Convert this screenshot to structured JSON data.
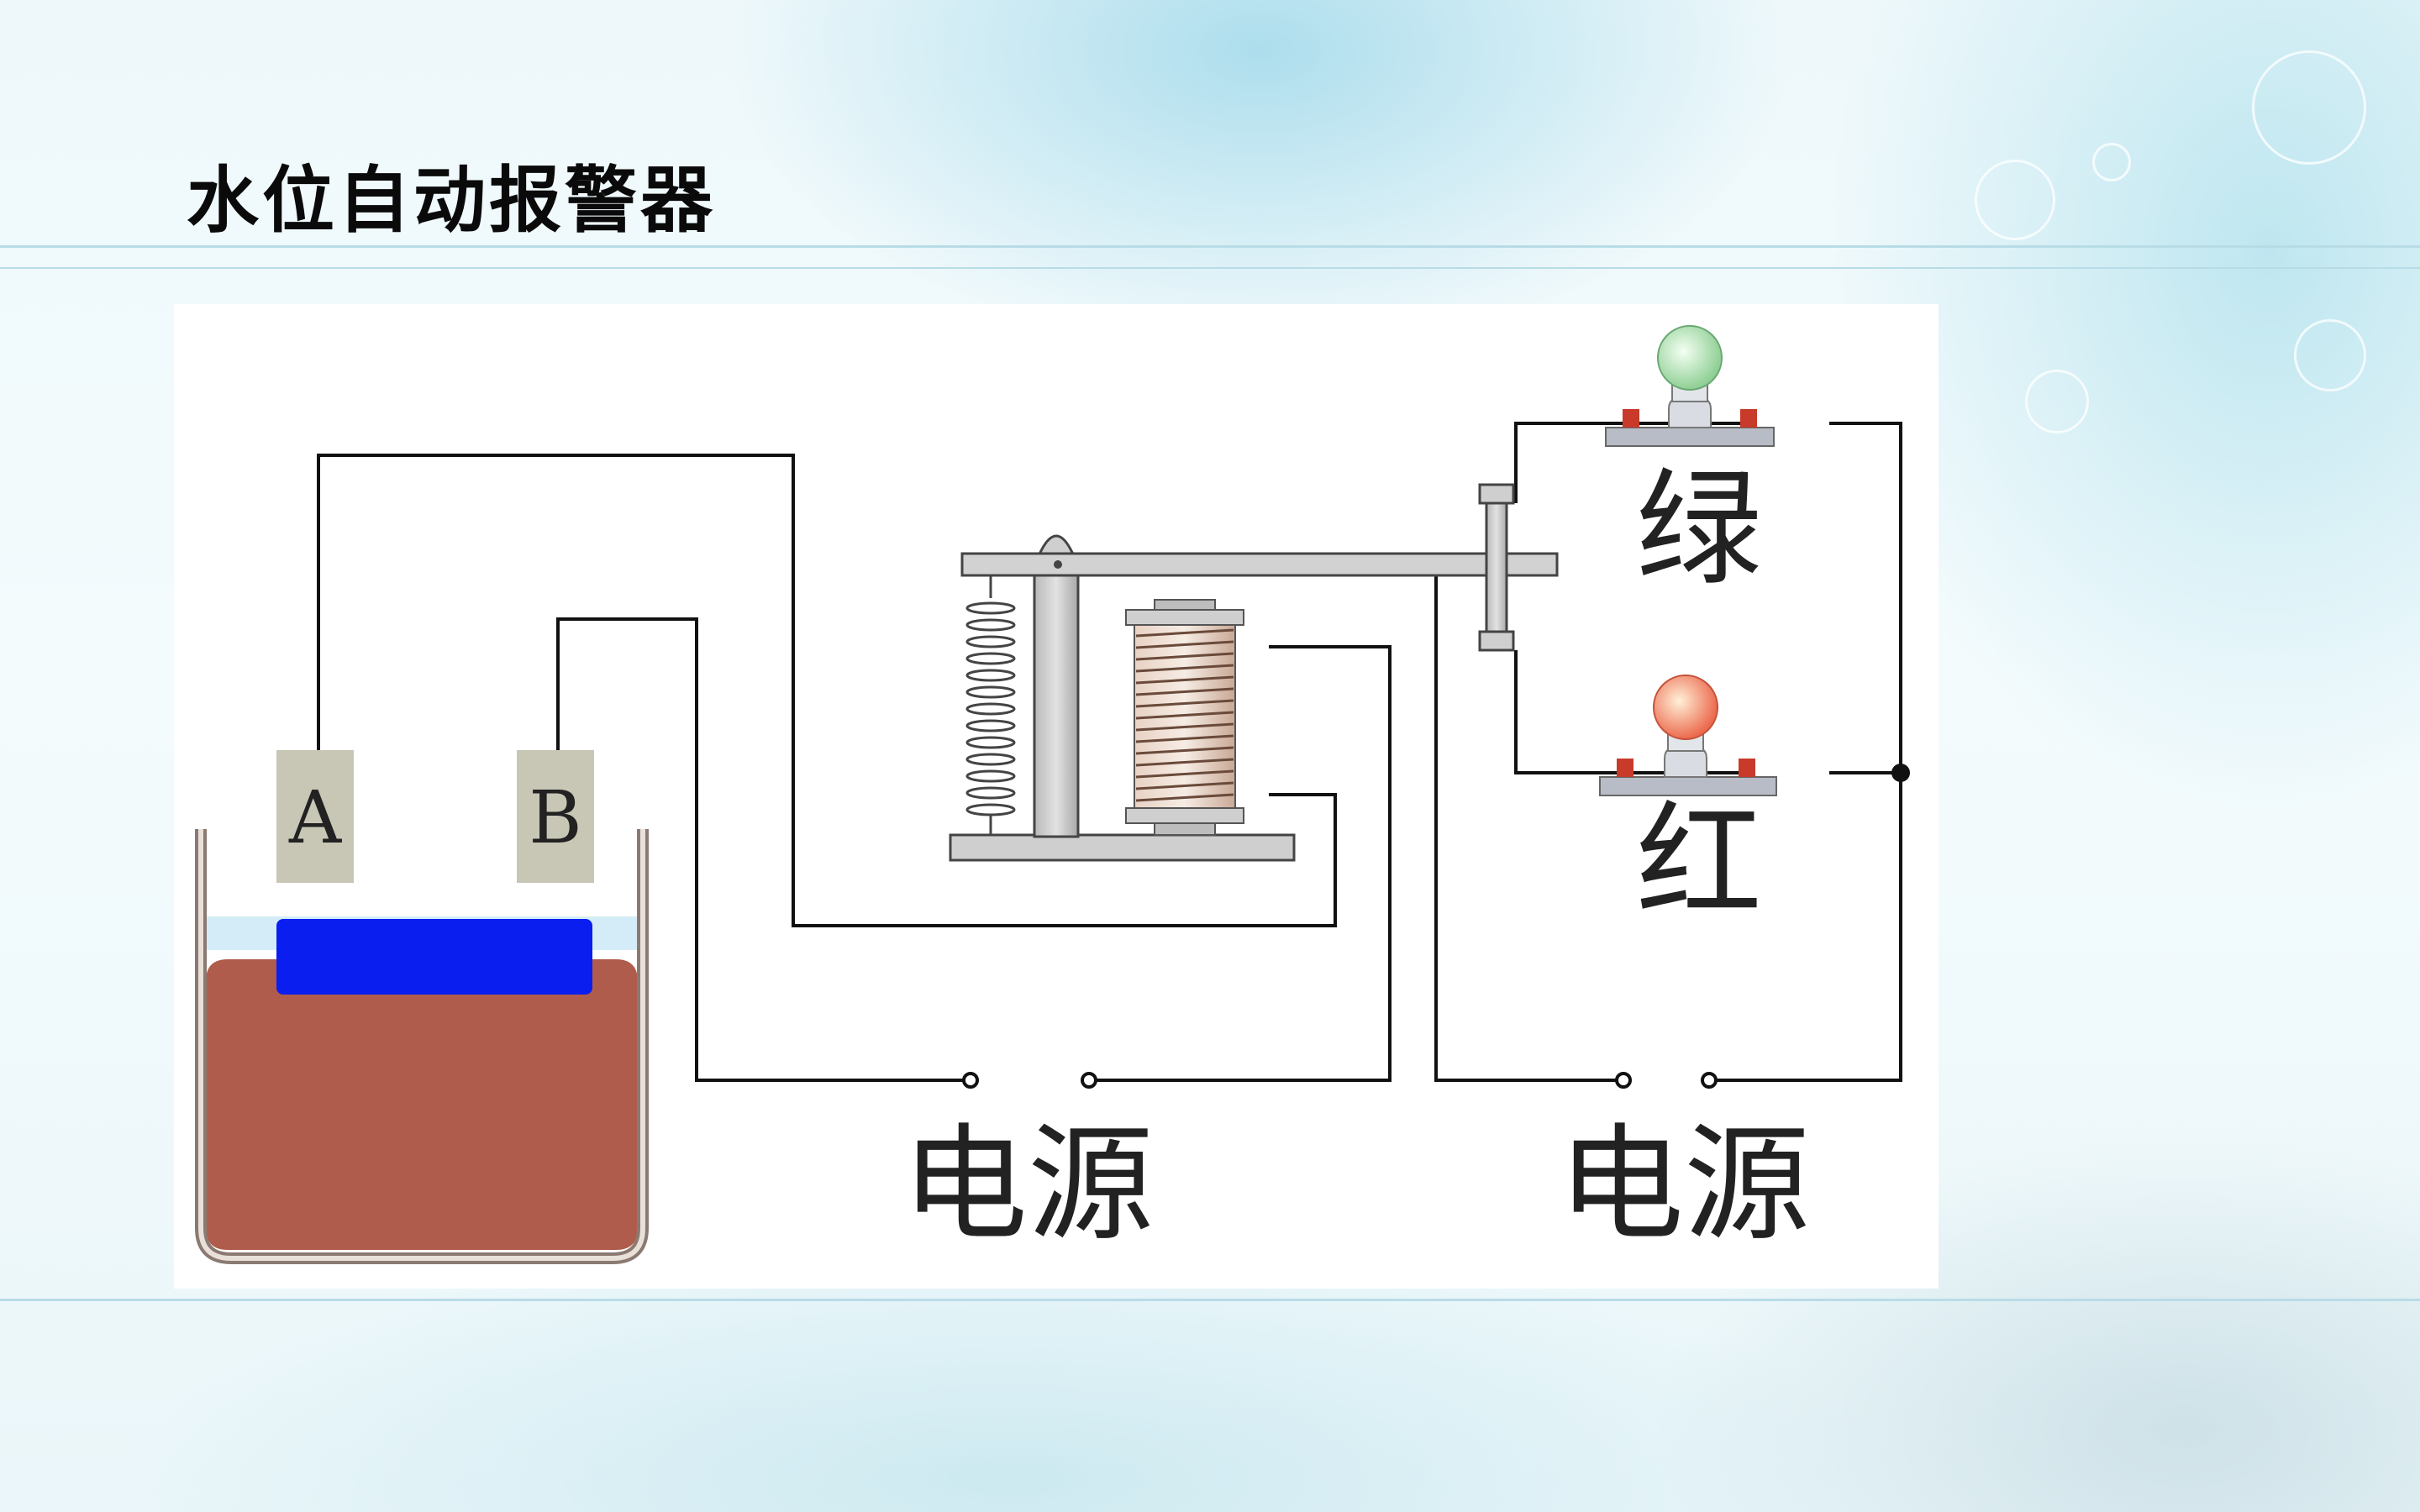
{
  "title": "水位自动报警器",
  "diagram": {
    "probes": [
      "A",
      "B"
    ],
    "lamps": [
      {
        "label": "绿",
        "color": "#9fd8a6"
      },
      {
        "label": "红",
        "color": "#f08060"
      }
    ],
    "power_labels": [
      "电源",
      "电源"
    ]
  },
  "colors": {
    "liquid": "#b05c4c",
    "float_block": "#0a1ef0",
    "wire": "#111111"
  }
}
